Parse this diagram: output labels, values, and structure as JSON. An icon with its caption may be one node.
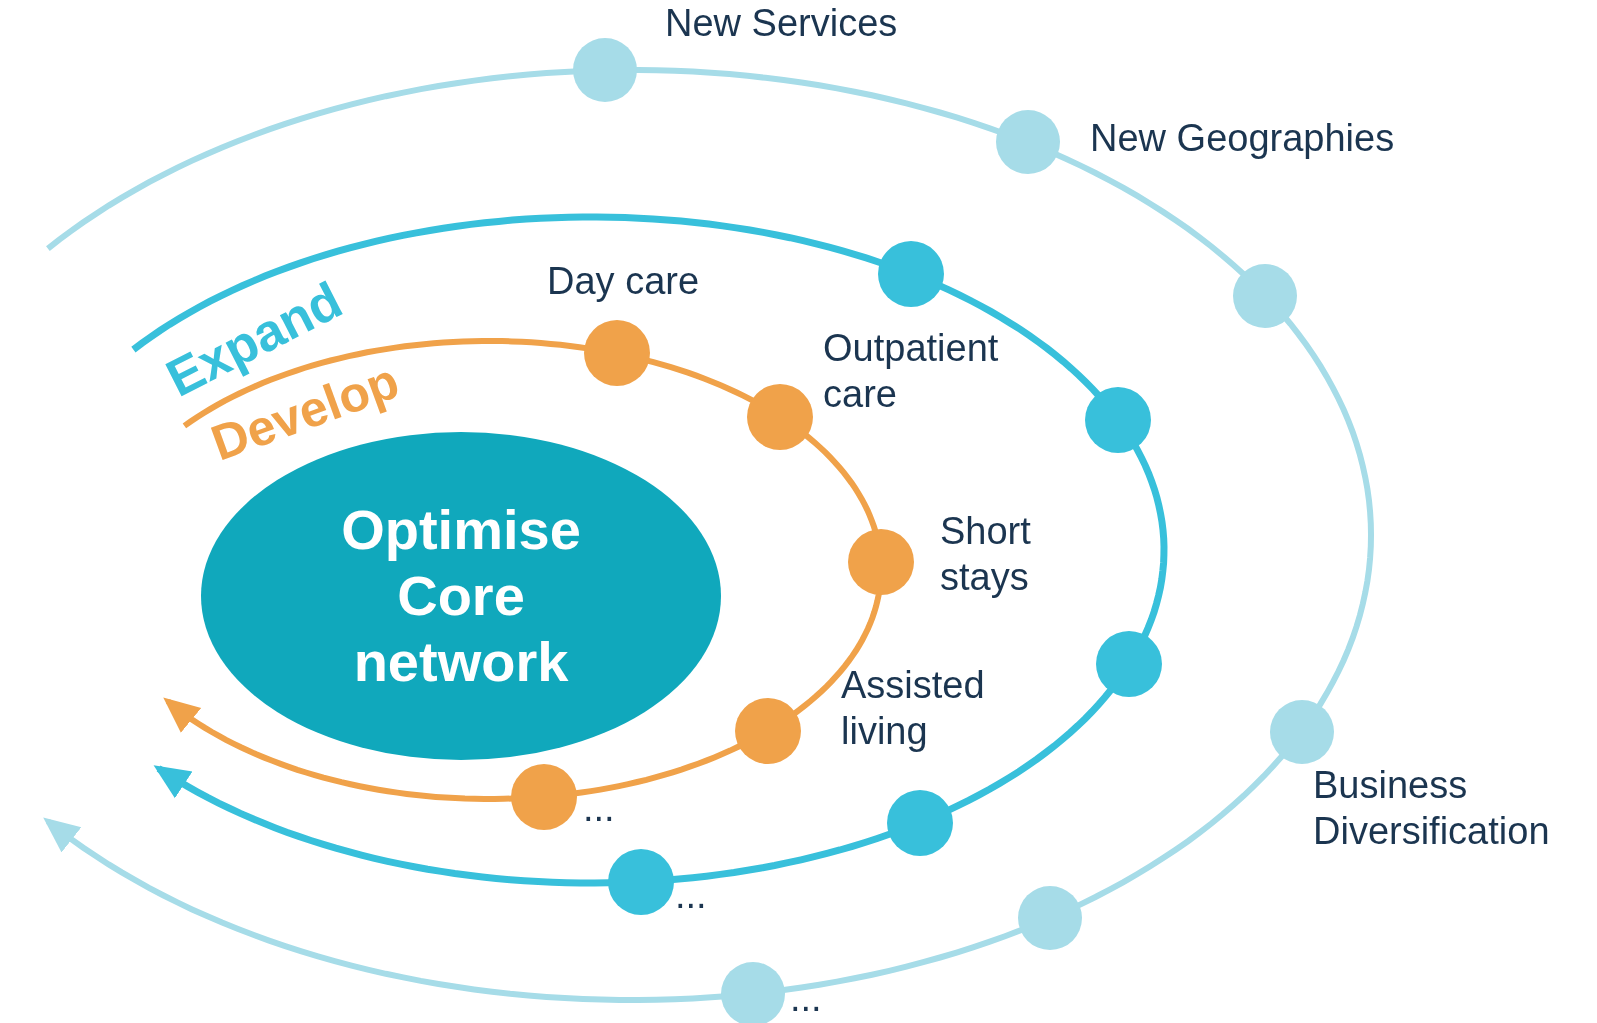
{
  "diagram": {
    "nodes": [
      {
        "text": [
          "Optimise Core network"
        ]
      },
      {
        "text": [],
        "shape": "circle",
        "beside": [
          "Day care"
        ]
      },
      {
        "text": [],
        "shape": "circle",
        "beside": [
          "Outpatient care"
        ]
      },
      {
        "text": [],
        "shape": "circle",
        "beside": [
          "Short stays"
        ]
      },
      {
        "text": [],
        "shape": "circle",
        "beside": [
          "Assisted living"
        ]
      },
      {
        "text": [],
        "shape": "circle",
        "beside": [
          "..."
        ]
      },
      {
        "text": [],
        "shape": "circle"
      },
      {
        "text": [],
        "shape": "circle"
      },
      {
        "text": [],
        "shape": "circle"
      },
      {
        "text": [],
        "shape": "circle"
      },
      {
        "text": [],
        "shape": "circle",
        "beside": [
          "..."
        ]
      },
      {
        "text": [],
        "shape": "circle",
        "beside": [
          "New Services"
        ]
      },
      {
        "text": [],
        "shape": "circle",
        "beside": [
          "New Geographies"
        ]
      },
      {
        "text": [],
        "shape": "circle"
      },
      {
        "text": [],
        "shape": "circle",
        "beside": [
          "Business Diversification"
        ]
      },
      {
        "text": [],
        "shape": "circle"
      },
      {
        "text": [],
        "shape": "circle",
        "beside": [
          "..."
        ]
      }
    ],
    "labels": [
      "Expand",
      "Develop"
    ]
  }
}
